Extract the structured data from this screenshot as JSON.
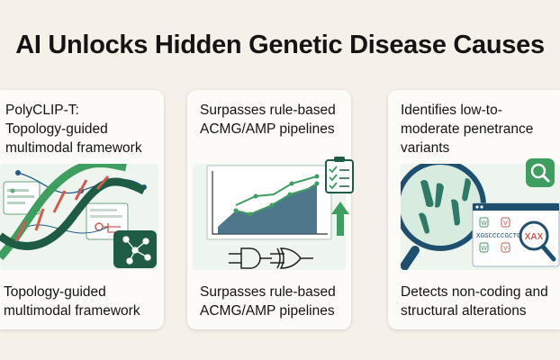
{
  "title": "AI Unlocks Hidden Genetic Disease Causes",
  "colors": {
    "background": "#f6f1e8",
    "card": "#fcfbf8",
    "accent_green": "#3e9e5f",
    "accent_dark": "#1f5c44",
    "accent_blue": "#1e5a8a",
    "accent_red": "#d25a4f"
  },
  "cards": [
    {
      "heading_lines": [
        "PolyCLIP-T:",
        "Topology-guided",
        "multimodal framework"
      ],
      "caption_lines": [
        "Topology-guided",
        "multimodal framework"
      ],
      "icon": "dna-network-icon"
    },
    {
      "heading_lines": [
        "Surpasses rule-based",
        "ACMG/AMP pipelines"
      ],
      "caption_lines": [
        "Surpasses rule-based",
        "ACMG/AMP pipelines"
      ],
      "icon": "rising-chart-icon"
    },
    {
      "heading_lines": [
        "Identifies low-to-",
        "moderate penetrance",
        "variants"
      ],
      "caption_lines": [
        "Detects non-coding and",
        "structural alterations"
      ],
      "icon": "chromosome-magnifier-icon"
    }
  ],
  "illustration_text": {
    "sequence": "XGGCCCCGCTG",
    "badge_w1": "W",
    "badge_v1": "V",
    "badge_w2": "W",
    "badge_v2": "V",
    "magnified": "XAX"
  }
}
